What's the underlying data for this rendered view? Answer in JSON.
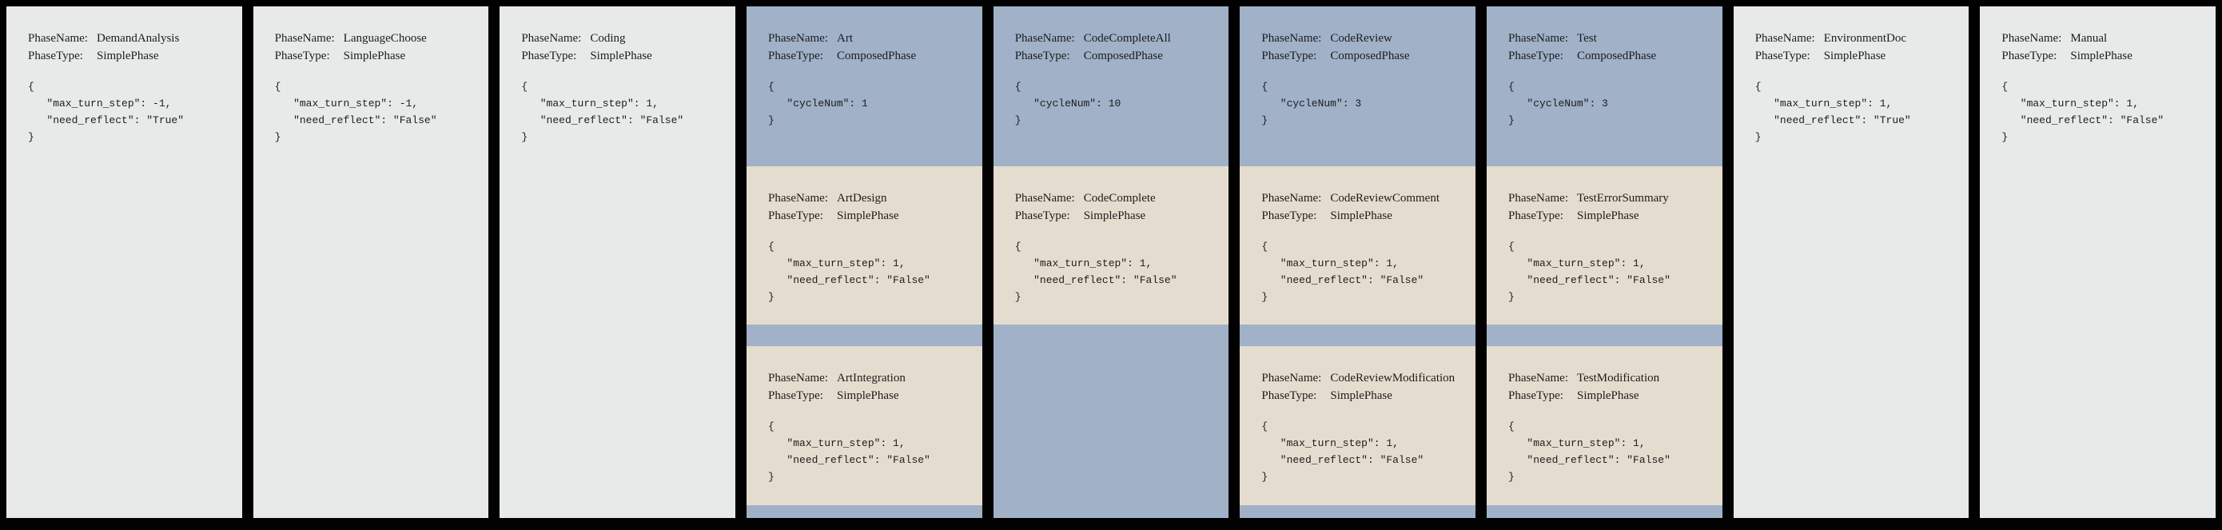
{
  "palette": {
    "page_background": "#010101",
    "simple_phase_bg": "#e8eaea",
    "composed_phase_bg": "#a0b1c8",
    "subphase_bg": "#e4ddcf",
    "text": "#1c1c1c"
  },
  "labels": {
    "phase_name": "PhaseName:",
    "phase_type": "PhaseType:"
  },
  "columns": [
    {
      "name": "DemandAnalysis",
      "phase_type": "SimplePhase",
      "config": "{\n   \"max_turn_step\": -1,\n   \"need_reflect\": \"True\"\n}"
    },
    {
      "name": "LanguageChoose",
      "phase_type": "SimplePhase",
      "config": "{\n   \"max_turn_step\": -1,\n   \"need_reflect\": \"False\"\n}"
    },
    {
      "name": "Coding",
      "phase_type": "SimplePhase",
      "config": "{\n   \"max_turn_step\": 1,\n   \"need_reflect\": \"False\"\n}"
    },
    {
      "name": "Art",
      "phase_type": "ComposedPhase",
      "config": "{\n   \"cycleNum\": 1\n}",
      "subphases": [
        {
          "name": "ArtDesign",
          "phase_type": "SimplePhase",
          "config": "{\n   \"max_turn_step\": 1,\n   \"need_reflect\": \"False\"\n}"
        },
        {
          "name": "ArtIntegration",
          "phase_type": "SimplePhase",
          "config": "{\n   \"max_turn_step\": 1,\n   \"need_reflect\": \"False\"\n}"
        }
      ]
    },
    {
      "name": "CodeCompleteAll",
      "phase_type": "ComposedPhase",
      "config": "{\n   \"cycleNum\": 10\n}",
      "subphases": [
        {
          "name": "CodeComplete",
          "phase_type": "SimplePhase",
          "config": "{\n   \"max_turn_step\": 1,\n   \"need_reflect\": \"False\"\n}"
        }
      ]
    },
    {
      "name": "CodeReview",
      "phase_type": "ComposedPhase",
      "config": "{\n   \"cycleNum\": 3\n}",
      "subphases": [
        {
          "name": "CodeReviewComment",
          "phase_type": "SimplePhase",
          "config": "{\n   \"max_turn_step\": 1,\n   \"need_reflect\": \"False\"\n}"
        },
        {
          "name": "CodeReviewModification",
          "phase_type": "SimplePhase",
          "config": "{\n   \"max_turn_step\": 1,\n   \"need_reflect\": \"False\"\n}"
        }
      ]
    },
    {
      "name": "Test",
      "phase_type": "ComposedPhase",
      "config": "{\n   \"cycleNum\": 3\n}",
      "subphases": [
        {
          "name": "TestErrorSummary",
          "phase_type": "SimplePhase",
          "config": "{\n   \"max_turn_step\": 1,\n   \"need_reflect\": \"False\"\n}"
        },
        {
          "name": "TestModification",
          "phase_type": "SimplePhase",
          "config": "{\n   \"max_turn_step\": 1,\n   \"need_reflect\": \"False\"\n}"
        }
      ]
    },
    {
      "name": "EnvironmentDoc",
      "phase_type": "SimplePhase",
      "config": "{\n   \"max_turn_step\": 1,\n   \"need_reflect\": \"True\"\n}"
    },
    {
      "name": "Manual",
      "phase_type": "SimplePhase",
      "config": "{\n   \"max_turn_step\": 1,\n   \"need_reflect\": \"False\"\n}"
    }
  ]
}
